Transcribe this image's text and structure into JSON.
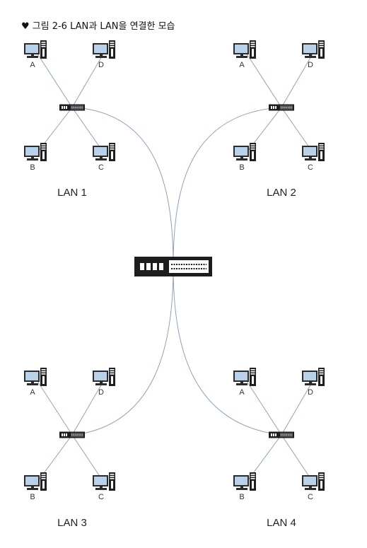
{
  "caption": {
    "marker": "♥",
    "text": "그림 2-6 LAN과 LAN을 연결한 모습"
  },
  "lans": [
    {
      "label": "LAN 1",
      "pcs": [
        "A",
        "D",
        "B",
        "C"
      ]
    },
    {
      "label": "LAN 2",
      "pcs": [
        "A",
        "D",
        "B",
        "C"
      ]
    },
    {
      "label": "LAN 3",
      "pcs": [
        "A",
        "D",
        "B",
        "C"
      ]
    },
    {
      "label": "LAN 4",
      "pcs": [
        "A",
        "D",
        "B",
        "C"
      ]
    }
  ],
  "colors": {
    "link": "#8ea2bb",
    "monitor_frame": "#2b2b2b",
    "monitor_screen": "#b9d2ea",
    "tower": "#1f1f1f",
    "device_body": "#1d1d1d"
  }
}
